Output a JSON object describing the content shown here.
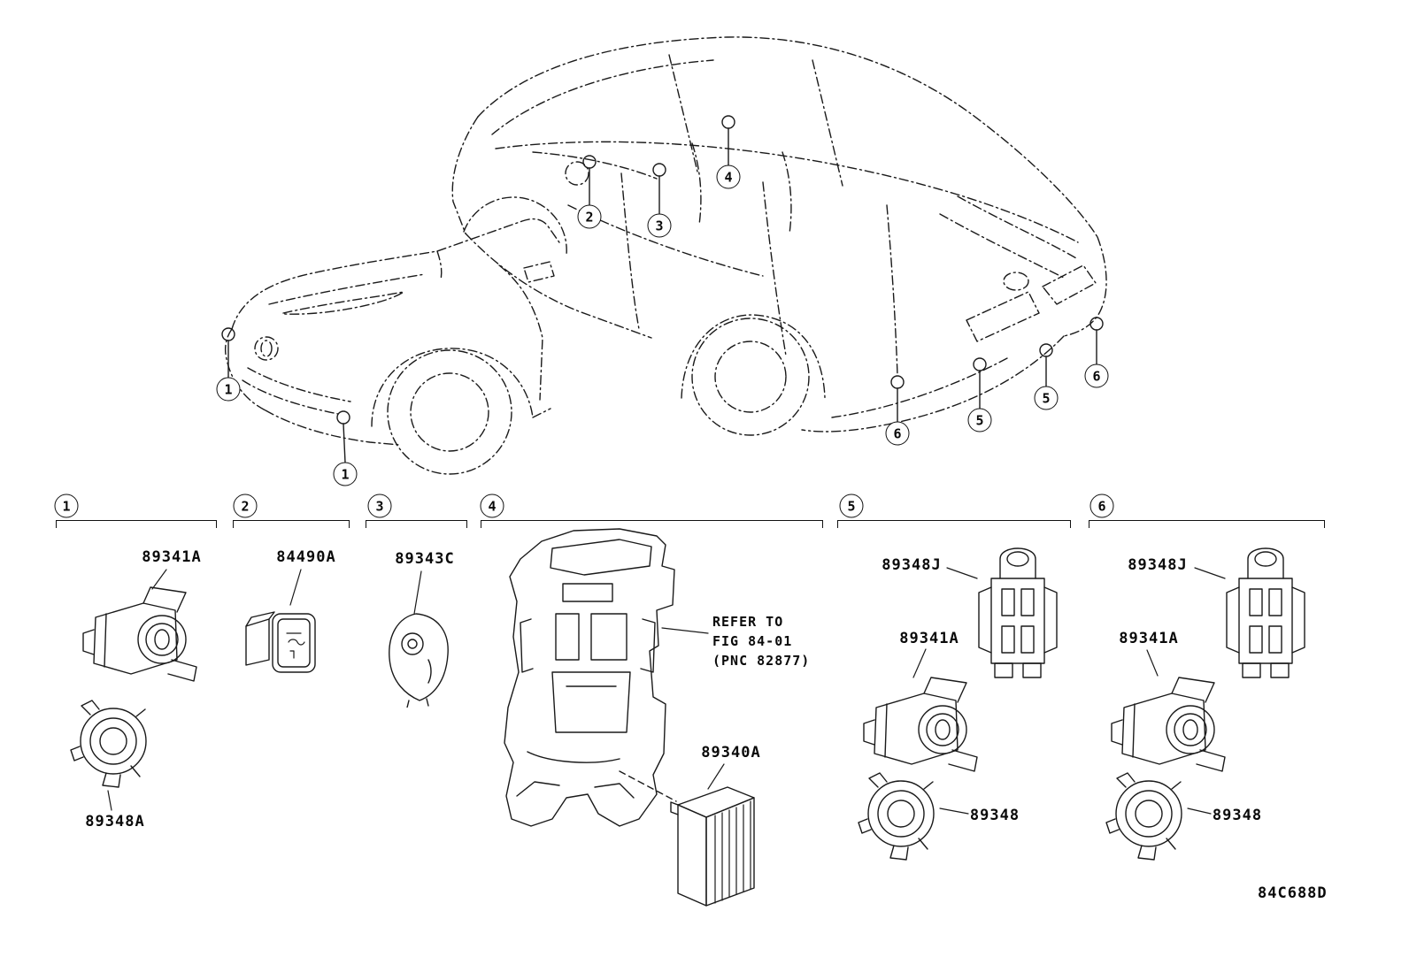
{
  "diagram": {
    "code": "84C688D",
    "callouts": {
      "front_car": [
        "1",
        "1"
      ],
      "side_car": [
        "2",
        "3",
        "4",
        "6",
        "5",
        "5",
        "6"
      ]
    },
    "groups": [
      {
        "num": "1",
        "parts": {
          "sensor": "89341A",
          "retainer": "89348A"
        }
      },
      {
        "num": "2",
        "parts": {
          "switch": "84490A"
        }
      },
      {
        "num": "3",
        "parts": {
          "sensor": "89343C"
        }
      },
      {
        "num": "4",
        "note": [
          "REFER TO",
          "FIG 84-01",
          "(PNC 82877)"
        ],
        "parts": {
          "ecu": "89340A"
        }
      },
      {
        "num": "5",
        "parts": {
          "bracket": "89348J",
          "sensor": "89341A",
          "retainer": "89348"
        }
      },
      {
        "num": "6",
        "parts": {
          "bracket": "89348J",
          "sensor": "89341A",
          "retainer": "89348"
        }
      }
    ]
  }
}
